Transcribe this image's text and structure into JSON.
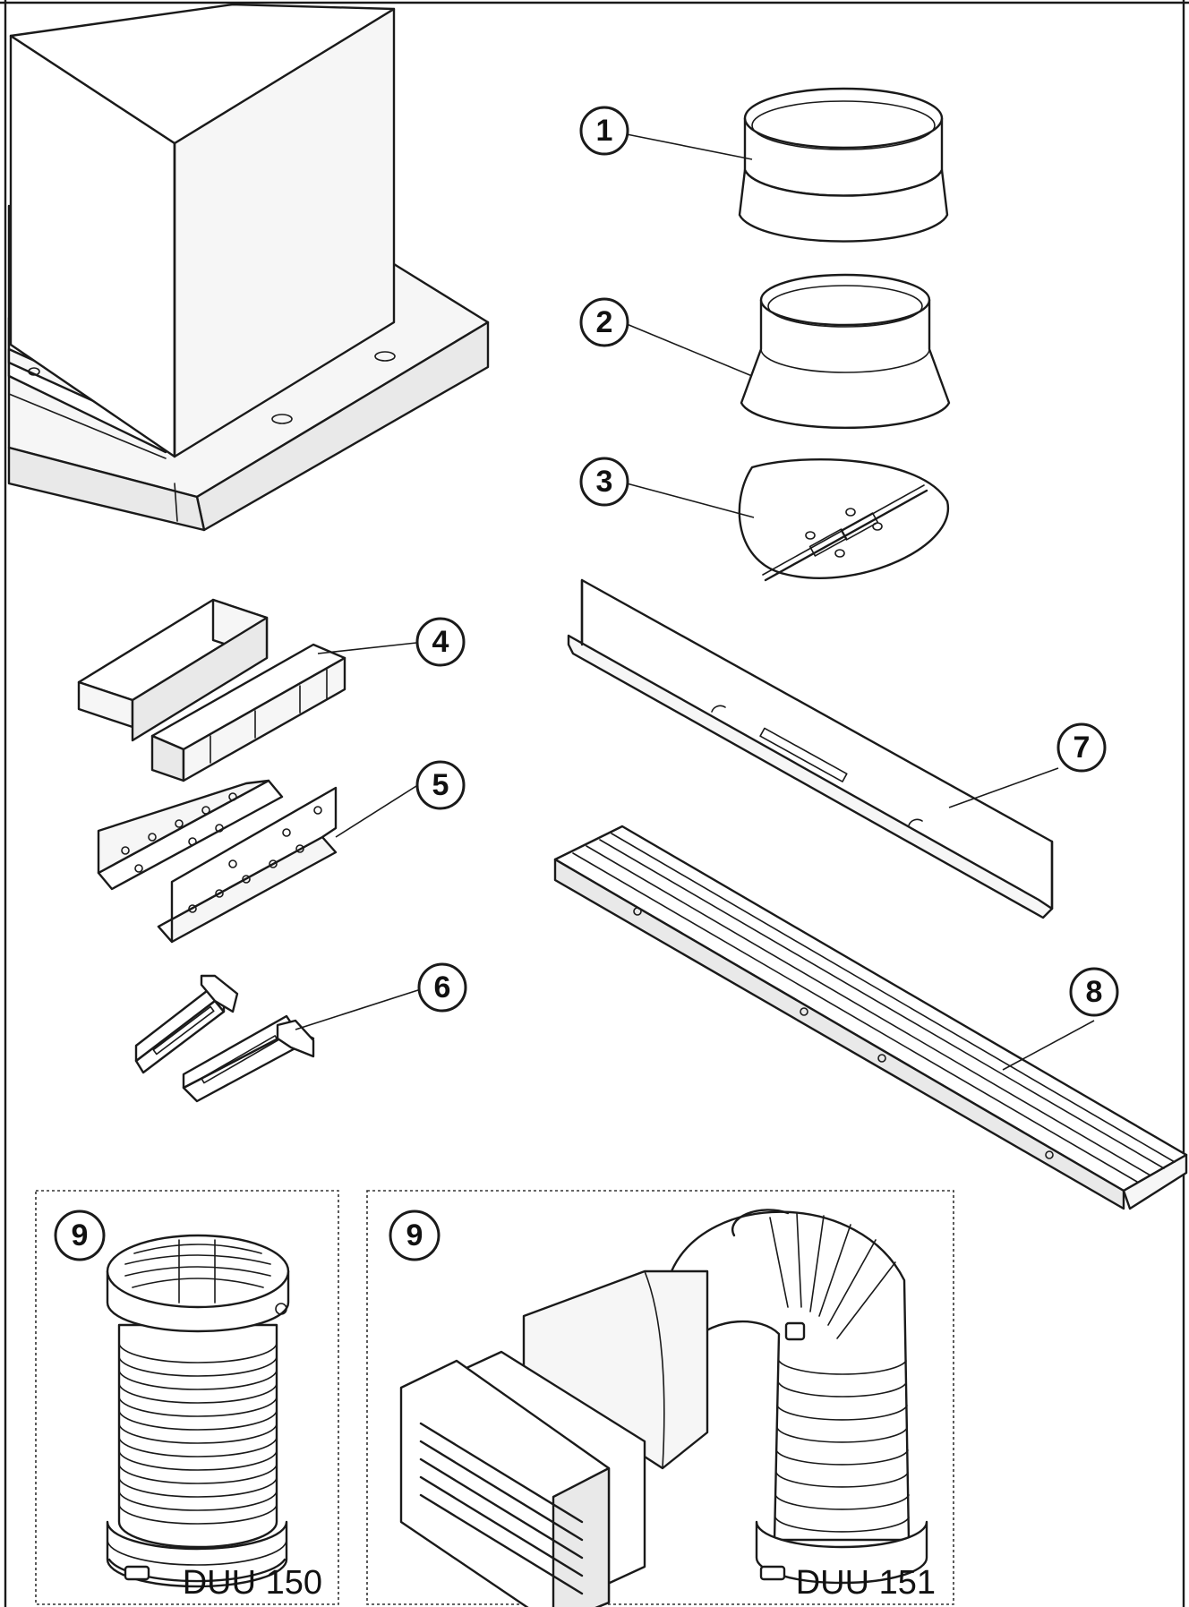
{
  "callouts": [
    {
      "id": "1",
      "label": "1"
    },
    {
      "id": "2",
      "label": "2"
    },
    {
      "id": "3",
      "label": "3"
    },
    {
      "id": "4",
      "label": "4"
    },
    {
      "id": "5",
      "label": "5"
    },
    {
      "id": "6",
      "label": "6"
    },
    {
      "id": "7",
      "label": "7"
    },
    {
      "id": "8",
      "label": "8"
    },
    {
      "id": "9a",
      "label": "9"
    },
    {
      "id": "9b",
      "label": "9"
    }
  ],
  "models": {
    "left": "DUU 150",
    "right": "DUU 151"
  },
  "colors": {
    "line": "#1a1a1a",
    "paper": "#ffffff",
    "shade": "#e9e9e9"
  }
}
